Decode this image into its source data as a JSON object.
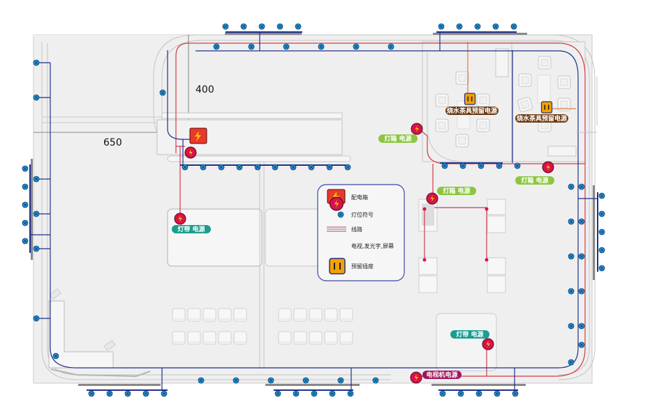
{
  "plan": {
    "dimensions": {
      "horizontal": "650",
      "vertical": "400"
    },
    "legend": {
      "items": [
        {
          "icon": "distribution-box-icon",
          "label": "配电箱"
        },
        {
          "icon": "light-fixture-icon",
          "label": "灯位符号"
        },
        {
          "icon": "wiring-line-icon",
          "label": "线路"
        },
        {
          "icon": "power-outlet-icon",
          "label": "电视,发光字,屏幕"
        },
        {
          "icon": "reserved-socket-icon",
          "label": "预留插座"
        }
      ]
    },
    "tags": {
      "kettle_1": "烧水茶具预留电源",
      "kettle_2": "烧水茶具预留电源",
      "lightbox_1": "灯箱 电源",
      "lightbox_2": "灯箱 电源",
      "lightbox_3": "灯箱 电源",
      "lightstrip_1": "灯带 电源",
      "lightstrip_2": "灯带 电源",
      "tv": "电视机电源"
    },
    "colors": {
      "lightbox_tag": "#8cc63f",
      "lightstrip_tag": "#1a9e8f",
      "kettle_tag": "#6b3a12",
      "tv_tag": "#a0155c",
      "outlet": "#d8124a",
      "distribution_box": "#e8392b",
      "socket": "#f5a100",
      "light": "#1e9be0",
      "blue_line": "#1f2f8c",
      "red_line": "#d33a4a"
    }
  }
}
